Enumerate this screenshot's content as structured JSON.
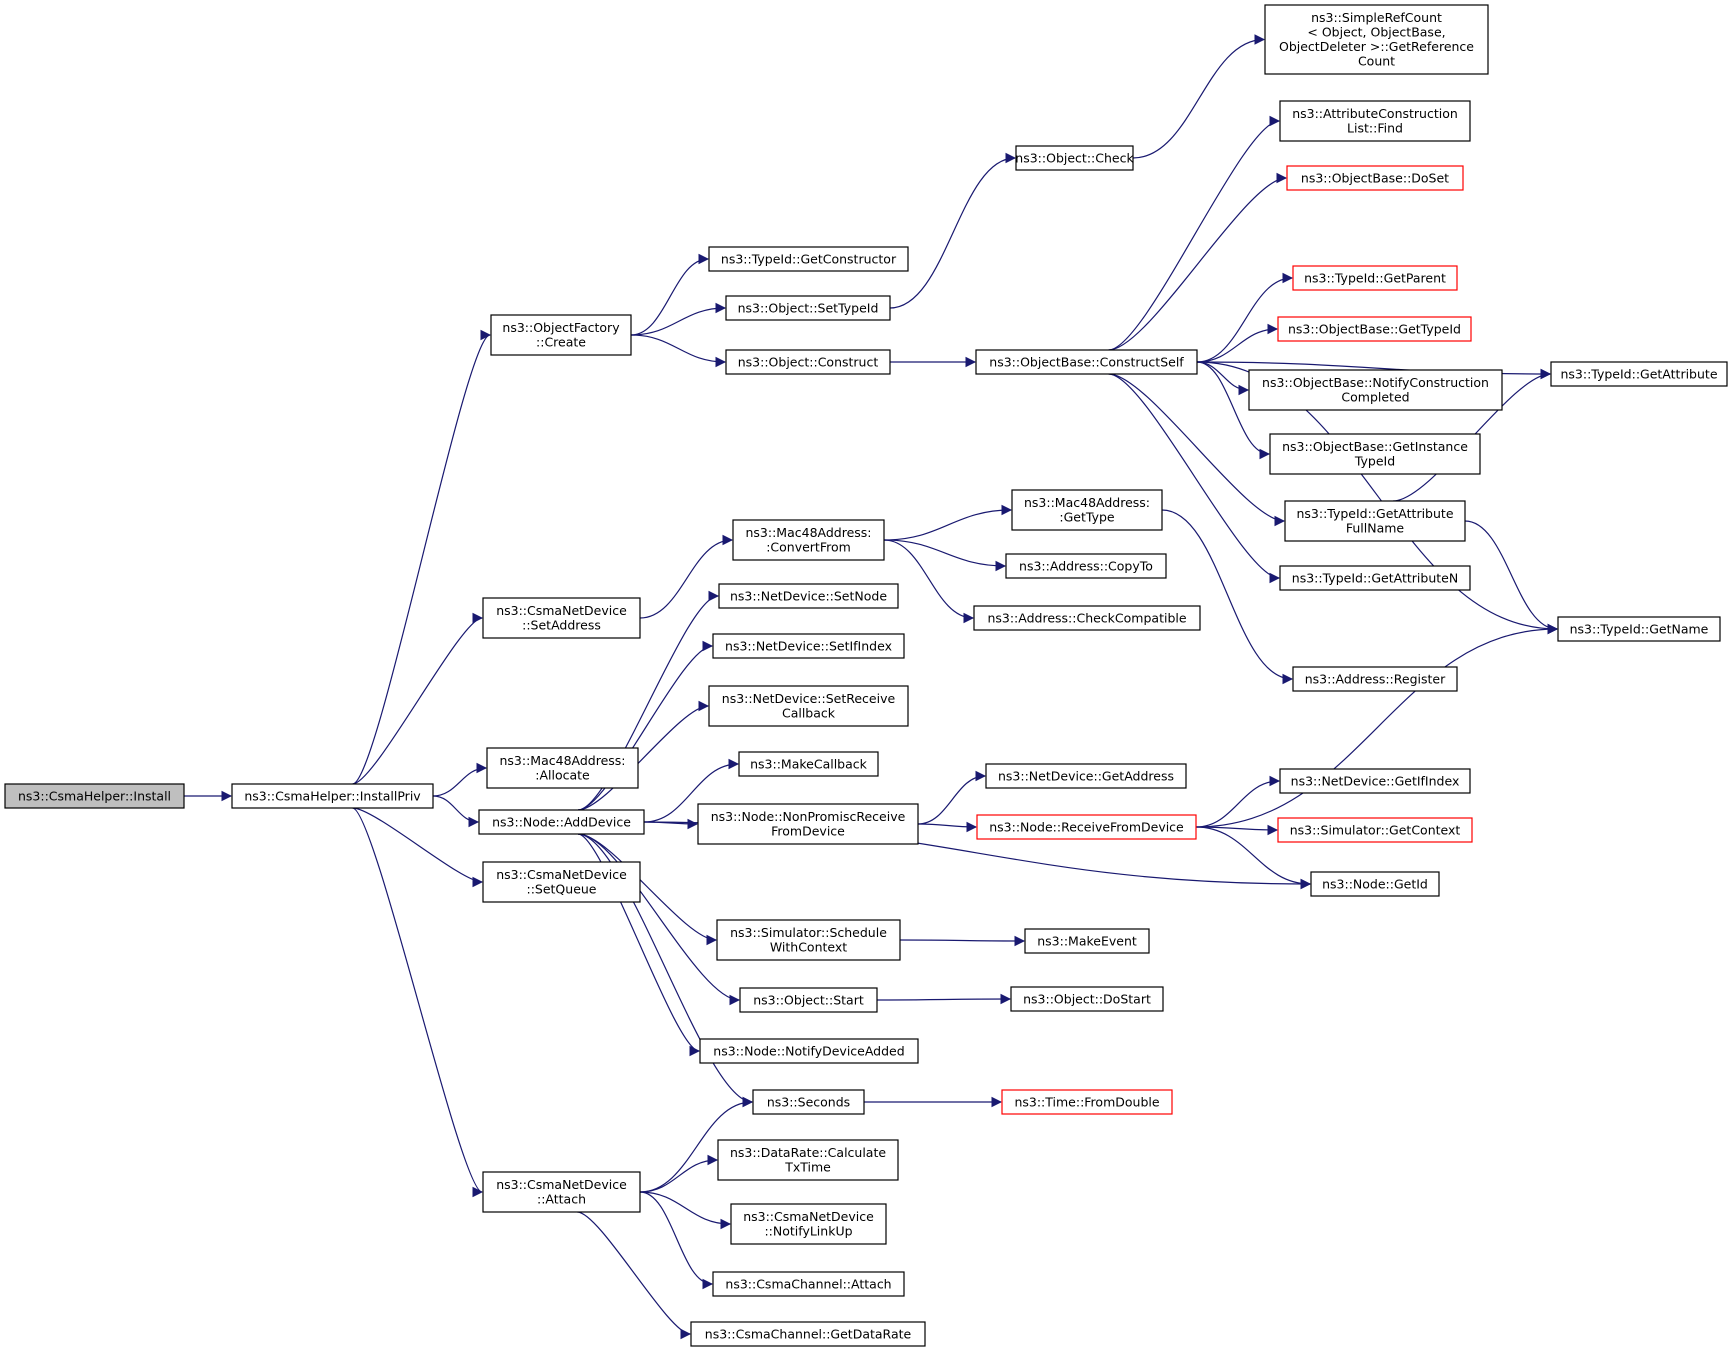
{
  "colors": {
    "edge": "#191970",
    "border": "#000000",
    "border_incomplete": "#ff0000",
    "root_fill": "#bfbfbf",
    "background": "#ffffff"
  },
  "nodes": [
    {
      "id": "install",
      "lines": [
        "ns3::CsmaHelper::Install"
      ],
      "root": true
    },
    {
      "id": "installpriv",
      "lines": [
        "ns3::CsmaHelper::InstallPriv"
      ]
    },
    {
      "id": "objfactory",
      "lines": [
        "ns3::ObjectFactory",
        "::Create"
      ]
    },
    {
      "id": "csma_setaddr",
      "lines": [
        "ns3::CsmaNetDevice",
        "::SetAddress"
      ]
    },
    {
      "id": "mac_alloc",
      "lines": [
        "ns3::Mac48Address:",
        ":Allocate"
      ]
    },
    {
      "id": "node_adddev",
      "lines": [
        "ns3::Node::AddDevice"
      ]
    },
    {
      "id": "csma_setqueue",
      "lines": [
        "ns3::CsmaNetDevice",
        "::SetQueue"
      ]
    },
    {
      "id": "csma_attach",
      "lines": [
        "ns3::CsmaNetDevice",
        "::Attach"
      ]
    },
    {
      "id": "tid_getctor",
      "lines": [
        "ns3::TypeId::GetConstructor"
      ]
    },
    {
      "id": "obj_settid",
      "lines": [
        "ns3::Object::SetTypeId"
      ]
    },
    {
      "id": "obj_construct",
      "lines": [
        "ns3::Object::Construct"
      ]
    },
    {
      "id": "mac_convert",
      "lines": [
        "ns3::Mac48Address:",
        ":ConvertFrom"
      ]
    },
    {
      "id": "nd_setnode",
      "lines": [
        "ns3::NetDevice::SetNode"
      ]
    },
    {
      "id": "nd_setifindex",
      "lines": [
        "ns3::NetDevice::SetIfIndex"
      ]
    },
    {
      "id": "nd_setrecv",
      "lines": [
        "ns3::NetDevice::SetReceive",
        "Callback"
      ]
    },
    {
      "id": "makecallback",
      "lines": [
        "ns3::MakeCallback"
      ]
    },
    {
      "id": "node_nonprom",
      "lines": [
        "ns3::Node::NonPromiscReceive",
        "FromDevice"
      ]
    },
    {
      "id": "sim_schedule",
      "lines": [
        "ns3::Simulator::Schedule",
        "WithContext"
      ]
    },
    {
      "id": "obj_start",
      "lines": [
        "ns3::Object::Start"
      ]
    },
    {
      "id": "node_notify",
      "lines": [
        "ns3::Node::NotifyDeviceAdded"
      ]
    },
    {
      "id": "seconds",
      "lines": [
        "ns3::Seconds"
      ]
    },
    {
      "id": "dr_calc",
      "lines": [
        "ns3::DataRate::Calculate",
        "TxTime"
      ]
    },
    {
      "id": "csma_linkup",
      "lines": [
        "ns3::CsmaNetDevice",
        "::NotifyLinkUp"
      ]
    },
    {
      "id": "chan_attach",
      "lines": [
        "ns3::CsmaChannel::Attach"
      ]
    },
    {
      "id": "chan_getdr",
      "lines": [
        "ns3::CsmaChannel::GetDataRate"
      ]
    },
    {
      "id": "obj_check",
      "lines": [
        "ns3::Object::Check"
      ]
    },
    {
      "id": "ob_constructself",
      "lines": [
        "ns3::ObjectBase::ConstructSelf"
      ]
    },
    {
      "id": "mac_gettype",
      "lines": [
        "ns3::Mac48Address:",
        ":GetType"
      ]
    },
    {
      "id": "addr_copyto",
      "lines": [
        "ns3::Address::CopyTo"
      ]
    },
    {
      "id": "addr_checkcompat",
      "lines": [
        "ns3::Address::CheckCompatible"
      ]
    },
    {
      "id": "nd_getaddress",
      "lines": [
        "ns3::NetDevice::GetAddress"
      ]
    },
    {
      "id": "node_recvfrom",
      "lines": [
        "ns3::Node::ReceiveFromDevice"
      ],
      "red": true
    },
    {
      "id": "makeevent",
      "lines": [
        "ns3::MakeEvent"
      ]
    },
    {
      "id": "obj_dostart",
      "lines": [
        "ns3::Object::DoStart"
      ]
    },
    {
      "id": "time_fromdouble",
      "lines": [
        "ns3::Time::FromDouble"
      ],
      "red": true
    },
    {
      "id": "simplerefcount",
      "lines": [
        "ns3::SimpleRefCount",
        "< Object, ObjectBase,",
        "ObjectDeleter >::GetReference",
        "Count"
      ]
    },
    {
      "id": "acl_find",
      "lines": [
        "ns3::AttributeConstruction",
        "List::Find"
      ]
    },
    {
      "id": "ob_doset",
      "lines": [
        "ns3::ObjectBase::DoSet"
      ],
      "red": true
    },
    {
      "id": "tid_getparent",
      "lines": [
        "ns3::TypeId::GetParent"
      ],
      "red": true
    },
    {
      "id": "ob_gettypeid",
      "lines": [
        "ns3::ObjectBase::GetTypeId"
      ],
      "red": true
    },
    {
      "id": "ob_notifycc",
      "lines": [
        "ns3::ObjectBase::NotifyConstruction",
        "Completed"
      ]
    },
    {
      "id": "ob_getinsttid",
      "lines": [
        "ns3::ObjectBase::GetInstance",
        "TypeId"
      ]
    },
    {
      "id": "tid_getattrfull",
      "lines": [
        "ns3::TypeId::GetAttribute",
        "FullName"
      ]
    },
    {
      "id": "tid_getattrn",
      "lines": [
        "ns3::TypeId::GetAttributeN"
      ]
    },
    {
      "id": "addr_register",
      "lines": [
        "ns3::Address::Register"
      ]
    },
    {
      "id": "nd_getifindex",
      "lines": [
        "ns3::NetDevice::GetIfIndex"
      ]
    },
    {
      "id": "sim_getctx",
      "lines": [
        "ns3::Simulator::GetContext"
      ],
      "red": true
    },
    {
      "id": "node_getid",
      "lines": [
        "ns3::Node::GetId"
      ]
    },
    {
      "id": "tid_getattr",
      "lines": [
        "ns3::TypeId::GetAttribute"
      ]
    },
    {
      "id": "tid_getname",
      "lines": [
        "ns3::TypeId::GetName"
      ]
    }
  ],
  "edges": [
    [
      "install",
      "installpriv"
    ],
    [
      "installpriv",
      "objfactory"
    ],
    [
      "installpriv",
      "csma_setaddr"
    ],
    [
      "installpriv",
      "mac_alloc"
    ],
    [
      "installpriv",
      "node_adddev"
    ],
    [
      "installpriv",
      "csma_setqueue"
    ],
    [
      "installpriv",
      "csma_attach"
    ],
    [
      "objfactory",
      "tid_getctor"
    ],
    [
      "objfactory",
      "obj_settid"
    ],
    [
      "objfactory",
      "obj_construct"
    ],
    [
      "obj_settid",
      "obj_check"
    ],
    [
      "obj_check",
      "simplerefcount"
    ],
    [
      "obj_construct",
      "ob_constructself"
    ],
    [
      "ob_constructself",
      "acl_find"
    ],
    [
      "ob_constructself",
      "ob_doset"
    ],
    [
      "ob_constructself",
      "tid_getattr"
    ],
    [
      "ob_constructself",
      "tid_getparent"
    ],
    [
      "ob_constructself",
      "ob_gettypeid"
    ],
    [
      "ob_constructself",
      "ob_notifycc"
    ],
    [
      "ob_constructself",
      "ob_getinsttid"
    ],
    [
      "ob_constructself",
      "tid_getattrfull"
    ],
    [
      "ob_constructself",
      "tid_getattrn"
    ],
    [
      "ob_constructself",
      "tid_getname"
    ],
    [
      "tid_getattrfull",
      "tid_getattr"
    ],
    [
      "tid_getattrfull",
      "tid_getname"
    ],
    [
      "csma_setaddr",
      "mac_convert"
    ],
    [
      "mac_convert",
      "mac_gettype"
    ],
    [
      "mac_convert",
      "addr_copyto"
    ],
    [
      "mac_convert",
      "addr_checkcompat"
    ],
    [
      "mac_gettype",
      "addr_register"
    ],
    [
      "node_adddev",
      "nd_setnode"
    ],
    [
      "node_adddev",
      "nd_setifindex"
    ],
    [
      "node_adddev",
      "nd_setrecv"
    ],
    [
      "node_adddev",
      "makecallback"
    ],
    [
      "node_adddev",
      "node_nonprom"
    ],
    [
      "node_adddev",
      "node_getid"
    ],
    [
      "node_adddev",
      "sim_schedule"
    ],
    [
      "node_adddev",
      "obj_start"
    ],
    [
      "node_adddev",
      "node_notify"
    ],
    [
      "node_adddev",
      "seconds"
    ],
    [
      "node_nonprom",
      "nd_getaddress"
    ],
    [
      "node_nonprom",
      "node_recvfrom"
    ],
    [
      "node_recvfrom",
      "tid_getname"
    ],
    [
      "node_recvfrom",
      "nd_getifindex"
    ],
    [
      "node_recvfrom",
      "sim_getctx"
    ],
    [
      "node_recvfrom",
      "node_getid"
    ],
    [
      "sim_schedule",
      "makeevent"
    ],
    [
      "obj_start",
      "obj_dostart"
    ],
    [
      "seconds",
      "time_fromdouble"
    ],
    [
      "csma_attach",
      "seconds"
    ],
    [
      "csma_attach",
      "dr_calc"
    ],
    [
      "csma_attach",
      "csma_linkup"
    ],
    [
      "csma_attach",
      "chan_attach"
    ],
    [
      "csma_attach",
      "chan_getdr"
    ]
  ]
}
